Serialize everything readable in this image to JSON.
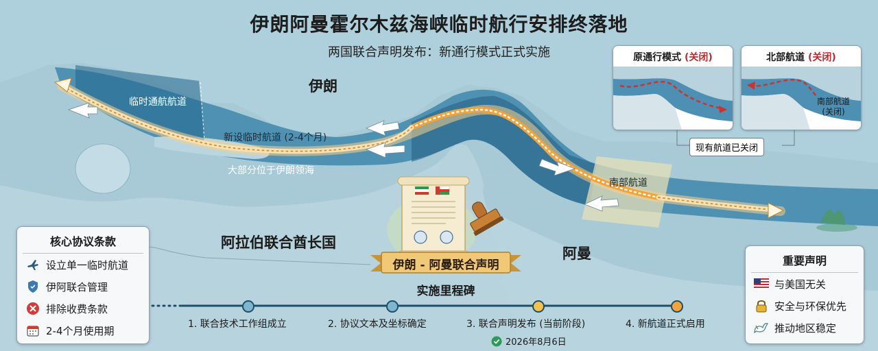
{
  "title": "伊朗阿曼霍尔木兹海峡临时航行安排终落地",
  "subtitle": "两国联合声明发布：新通行模式正式实施",
  "map": {
    "iran_label": "伊朗",
    "uae_label": "阿拉伯联合酋长国",
    "oman_label": "阿曼",
    "temp_channel_label": "临时通航航道",
    "new_route_label": "新设临时航道 (2-4个月)",
    "territory_label": "大部分位于伊朗领海",
    "south_channel_label": "南部航道",
    "route_color": "#f2a43a",
    "water_color": "#3f87ad"
  },
  "insets": [
    {
      "title": "原通行模式",
      "status": "(关闭)"
    },
    {
      "title": "北部航道",
      "status": "(关闭)",
      "note_line1": "南部航道",
      "note_line2": "(关闭)"
    }
  ],
  "insets_callout": "现有航道已关闭",
  "document": {
    "banner": "伊朗 - 阿曼联合声明",
    "subtitle": "实施里程碑"
  },
  "core_terms": {
    "title": "核心协议条款",
    "items": [
      {
        "icon": "plane-icon",
        "label": "设立单一临时航道"
      },
      {
        "icon": "shield-icon",
        "label": "伊阿联合管理"
      },
      {
        "icon": "cancel-icon",
        "label": "排除收费条款"
      },
      {
        "icon": "calendar-icon",
        "label": "2-4个月使用期"
      }
    ]
  },
  "declaration": {
    "title": "重要声明",
    "items": [
      {
        "icon": "us-flag-icon",
        "label": "与美国无关"
      },
      {
        "icon": "lock-icon",
        "label": "安全与环保优先"
      },
      {
        "icon": "dove-icon",
        "label": "推动地区稳定"
      }
    ]
  },
  "milestones": {
    "steps": [
      "1. 联合技术工作组成立",
      "2. 协议文本及坐标确定",
      "3. 联合声明发布 (当前阶段)",
      "4. 新航道正式启用"
    ],
    "current_date": "2026年8月6日"
  }
}
